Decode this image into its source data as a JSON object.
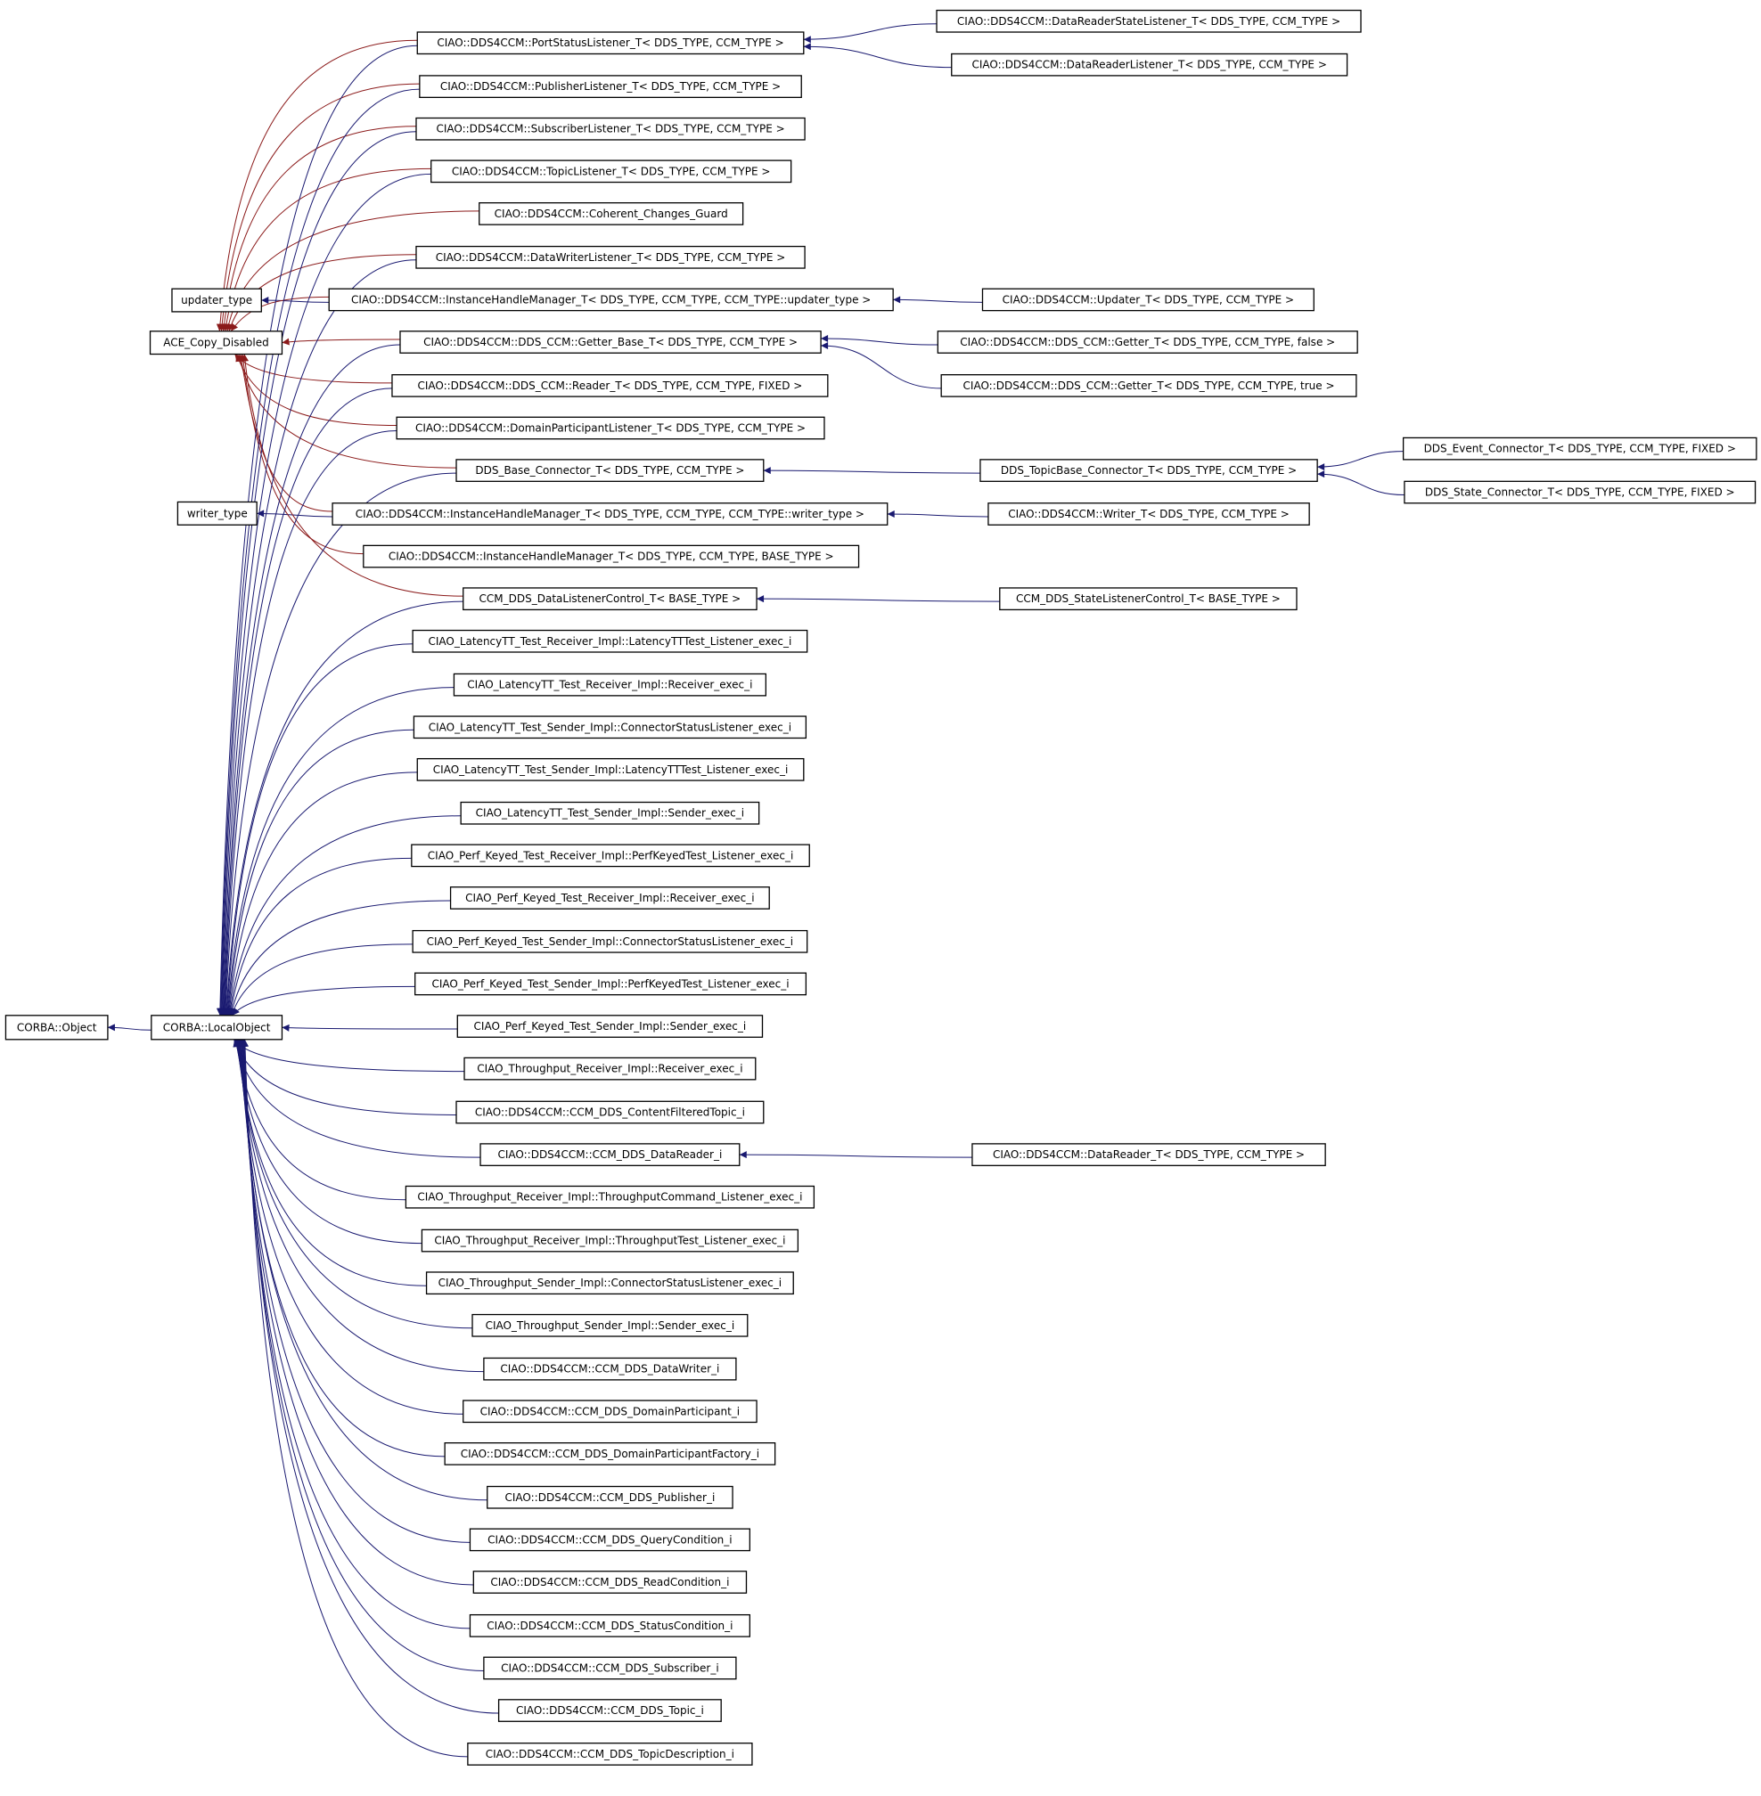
{
  "diagram": {
    "nodes": [
      {
        "id": "corba_object",
        "label": "CORBA::Object"
      },
      {
        "id": "corba_localobject",
        "label": "CORBA::LocalObject"
      },
      {
        "id": "ace_copy_disabled",
        "label": "ACE_Copy_Disabled"
      },
      {
        "id": "updater_type",
        "label": "updater_type"
      },
      {
        "id": "writer_type",
        "label": "writer_type"
      },
      {
        "id": "port_status_listener",
        "label": "CIAO::DDS4CCM::PortStatusListener_T< DDS_TYPE, CCM_TYPE >"
      },
      {
        "id": "publisher_listener",
        "label": "CIAO::DDS4CCM::PublisherListener_T< DDS_TYPE, CCM_TYPE >"
      },
      {
        "id": "subscriber_listener",
        "label": "CIAO::DDS4CCM::SubscriberListener_T< DDS_TYPE, CCM_TYPE >"
      },
      {
        "id": "topic_listener",
        "label": "CIAO::DDS4CCM::TopicListener_T< DDS_TYPE, CCM_TYPE >"
      },
      {
        "id": "coherent_changes_guard",
        "label": "CIAO::DDS4CCM::Coherent_Changes_Guard"
      },
      {
        "id": "datawriter_listener",
        "label": "CIAO::DDS4CCM::DataWriterListener_T< DDS_TYPE, CCM_TYPE >"
      },
      {
        "id": "ihm_updater",
        "label": "CIAO::DDS4CCM::InstanceHandleManager_T< DDS_TYPE, CCM_TYPE, CCM_TYPE::updater_type >"
      },
      {
        "id": "getter_base",
        "label": "CIAO::DDS4CCM::DDS_CCM::Getter_Base_T< DDS_TYPE, CCM_TYPE >"
      },
      {
        "id": "reader_t",
        "label": "CIAO::DDS4CCM::DDS_CCM::Reader_T< DDS_TYPE, CCM_TYPE, FIXED >"
      },
      {
        "id": "domain_participant_listener",
        "label": "CIAO::DDS4CCM::DomainParticipantListener_T< DDS_TYPE, CCM_TYPE >"
      },
      {
        "id": "dds_base_connector",
        "label": "DDS_Base_Connector_T< DDS_TYPE, CCM_TYPE >"
      },
      {
        "id": "ihm_writer",
        "label": "CIAO::DDS4CCM::InstanceHandleManager_T< DDS_TYPE, CCM_TYPE, CCM_TYPE::writer_type >"
      },
      {
        "id": "ihm_base",
        "label": "CIAO::DDS4CCM::InstanceHandleManager_T< DDS_TYPE, CCM_TYPE, BASE_TYPE >"
      },
      {
        "id": "data_listener_control",
        "label": "CCM_DDS_DataListenerControl_T< BASE_TYPE >"
      },
      {
        "id": "lt_recv_listener",
        "label": "CIAO_LatencyTT_Test_Receiver_Impl::LatencyTTTest_Listener_exec_i"
      },
      {
        "id": "lt_recv_exec",
        "label": "CIAO_LatencyTT_Test_Receiver_Impl::Receiver_exec_i"
      },
      {
        "id": "lt_send_csl",
        "label": "CIAO_LatencyTT_Test_Sender_Impl::ConnectorStatusListener_exec_i"
      },
      {
        "id": "lt_send_listener",
        "label": "CIAO_LatencyTT_Test_Sender_Impl::LatencyTTTest_Listener_exec_i"
      },
      {
        "id": "lt_send_exec",
        "label": "CIAO_LatencyTT_Test_Sender_Impl::Sender_exec_i"
      },
      {
        "id": "pk_recv_listener",
        "label": "CIAO_Perf_Keyed_Test_Receiver_Impl::PerfKeyedTest_Listener_exec_i"
      },
      {
        "id": "pk_recv_exec",
        "label": "CIAO_Perf_Keyed_Test_Receiver_Impl::Receiver_exec_i"
      },
      {
        "id": "pk_send_csl",
        "label": "CIAO_Perf_Keyed_Test_Sender_Impl::ConnectorStatusListener_exec_i"
      },
      {
        "id": "pk_send_listener",
        "label": "CIAO_Perf_Keyed_Test_Sender_Impl::PerfKeyedTest_Listener_exec_i"
      },
      {
        "id": "pk_send_exec",
        "label": "CIAO_Perf_Keyed_Test_Sender_Impl::Sender_exec_i"
      },
      {
        "id": "tp_recv_exec",
        "label": "CIAO_Throughput_Receiver_Impl::Receiver_exec_i"
      },
      {
        "id": "content_filtered_topic",
        "label": "CIAO::DDS4CCM::CCM_DDS_ContentFilteredTopic_i"
      },
      {
        "id": "ccm_datareader",
        "label": "CIAO::DDS4CCM::CCM_DDS_DataReader_i"
      },
      {
        "id": "tp_recv_cmd_listener",
        "label": "CIAO_Throughput_Receiver_Impl::ThroughputCommand_Listener_exec_i"
      },
      {
        "id": "tp_recv_test_listener",
        "label": "CIAO_Throughput_Receiver_Impl::ThroughputTest_Listener_exec_i"
      },
      {
        "id": "tp_send_csl",
        "label": "CIAO_Throughput_Sender_Impl::ConnectorStatusListener_exec_i"
      },
      {
        "id": "tp_send_exec",
        "label": "CIAO_Throughput_Sender_Impl::Sender_exec_i"
      },
      {
        "id": "ccm_datawriter",
        "label": "CIAO::DDS4CCM::CCM_DDS_DataWriter_i"
      },
      {
        "id": "ccm_domain_participant",
        "label": "CIAO::DDS4CCM::CCM_DDS_DomainParticipant_i"
      },
      {
        "id": "ccm_dp_factory",
        "label": "CIAO::DDS4CCM::CCM_DDS_DomainParticipantFactory_i"
      },
      {
        "id": "ccm_publisher",
        "label": "CIAO::DDS4CCM::CCM_DDS_Publisher_i"
      },
      {
        "id": "ccm_query_condition",
        "label": "CIAO::DDS4CCM::CCM_DDS_QueryCondition_i"
      },
      {
        "id": "ccm_read_condition",
        "label": "CIAO::DDS4CCM::CCM_DDS_ReadCondition_i"
      },
      {
        "id": "ccm_status_condition",
        "label": "CIAO::DDS4CCM::CCM_DDS_StatusCondition_i"
      },
      {
        "id": "ccm_subscriber",
        "label": "CIAO::DDS4CCM::CCM_DDS_Subscriber_i"
      },
      {
        "id": "ccm_topic",
        "label": "CIAO::DDS4CCM::CCM_DDS_Topic_i"
      },
      {
        "id": "ccm_topic_description",
        "label": "CIAO::DDS4CCM::CCM_DDS_TopicDescription_i"
      },
      {
        "id": "datareader_state_listener",
        "label": "CIAO::DDS4CCM::DataReaderStateListener_T< DDS_TYPE, CCM_TYPE >"
      },
      {
        "id": "datareader_listener",
        "label": "CIAO::DDS4CCM::DataReaderListener_T< DDS_TYPE, CCM_TYPE >"
      },
      {
        "id": "updater_t",
        "label": "CIAO::DDS4CCM::Updater_T< DDS_TYPE, CCM_TYPE >"
      },
      {
        "id": "getter_false",
        "label": "CIAO::DDS4CCM::DDS_CCM::Getter_T< DDS_TYPE, CCM_TYPE, false >"
      },
      {
        "id": "getter_true",
        "label": "CIAO::DDS4CCM::DDS_CCM::Getter_T< DDS_TYPE, CCM_TYPE, true >"
      },
      {
        "id": "topic_base_connector",
        "label": "DDS_TopicBase_Connector_T< DDS_TYPE, CCM_TYPE >"
      },
      {
        "id": "writer_t",
        "label": "CIAO::DDS4CCM::Writer_T< DDS_TYPE, CCM_TYPE >"
      },
      {
        "id": "state_listener_control",
        "label": "CCM_DDS_StateListenerControl_T< BASE_TYPE >"
      },
      {
        "id": "datareader_t",
        "label": "CIAO::DDS4CCM::DataReader_T< DDS_TYPE, CCM_TYPE >"
      },
      {
        "id": "event_connector",
        "label": "DDS_Event_Connector_T< DDS_TYPE, CCM_TYPE, FIXED >"
      },
      {
        "id": "state_connector",
        "label": "DDS_State_Connector_T< DDS_TYPE, CCM_TYPE, FIXED >"
      }
    ],
    "edges": [
      {
        "from": "corba_localobject",
        "to": "corba_object",
        "kind": "public"
      },
      {
        "from": "ihm_updater",
        "to": "updater_type",
        "kind": "public"
      },
      {
        "from": "ihm_writer",
        "to": "writer_type",
        "kind": "public"
      },
      {
        "from": "port_status_listener",
        "to": "ace_copy_disabled",
        "kind": "private"
      },
      {
        "from": "publisher_listener",
        "to": "ace_copy_disabled",
        "kind": "private"
      },
      {
        "from": "subscriber_listener",
        "to": "ace_copy_disabled",
        "kind": "private"
      },
      {
        "from": "topic_listener",
        "to": "ace_copy_disabled",
        "kind": "private"
      },
      {
        "from": "coherent_changes_guard",
        "to": "ace_copy_disabled",
        "kind": "private"
      },
      {
        "from": "datawriter_listener",
        "to": "ace_copy_disabled",
        "kind": "private"
      },
      {
        "from": "ihm_updater",
        "to": "ace_copy_disabled",
        "kind": "private"
      },
      {
        "from": "getter_base",
        "to": "ace_copy_disabled",
        "kind": "private"
      },
      {
        "from": "reader_t",
        "to": "ace_copy_disabled",
        "kind": "private"
      },
      {
        "from": "domain_participant_listener",
        "to": "ace_copy_disabled",
        "kind": "private"
      },
      {
        "from": "dds_base_connector",
        "to": "ace_copy_disabled",
        "kind": "private"
      },
      {
        "from": "ihm_writer",
        "to": "ace_copy_disabled",
        "kind": "private"
      },
      {
        "from": "ihm_base",
        "to": "ace_copy_disabled",
        "kind": "private"
      },
      {
        "from": "data_listener_control",
        "to": "ace_copy_disabled",
        "kind": "private"
      },
      {
        "from": "port_status_listener",
        "to": "corba_localobject",
        "kind": "public"
      },
      {
        "from": "publisher_listener",
        "to": "corba_localobject",
        "kind": "public"
      },
      {
        "from": "subscriber_listener",
        "to": "corba_localobject",
        "kind": "public"
      },
      {
        "from": "topic_listener",
        "to": "corba_localobject",
        "kind": "public"
      },
      {
        "from": "datawriter_listener",
        "to": "corba_localobject",
        "kind": "public"
      },
      {
        "from": "getter_base",
        "to": "corba_localobject",
        "kind": "public"
      },
      {
        "from": "reader_t",
        "to": "corba_localobject",
        "kind": "public"
      },
      {
        "from": "domain_participant_listener",
        "to": "corba_localobject",
        "kind": "public"
      },
      {
        "from": "dds_base_connector",
        "to": "corba_localobject",
        "kind": "public"
      },
      {
        "from": "data_listener_control",
        "to": "corba_localobject",
        "kind": "public"
      },
      {
        "from": "lt_recv_listener",
        "to": "corba_localobject",
        "kind": "public"
      },
      {
        "from": "lt_recv_exec",
        "to": "corba_localobject",
        "kind": "public"
      },
      {
        "from": "lt_send_csl",
        "to": "corba_localobject",
        "kind": "public"
      },
      {
        "from": "lt_send_listener",
        "to": "corba_localobject",
        "kind": "public"
      },
      {
        "from": "lt_send_exec",
        "to": "corba_localobject",
        "kind": "public"
      },
      {
        "from": "pk_recv_listener",
        "to": "corba_localobject",
        "kind": "public"
      },
      {
        "from": "pk_recv_exec",
        "to": "corba_localobject",
        "kind": "public"
      },
      {
        "from": "pk_send_csl",
        "to": "corba_localobject",
        "kind": "public"
      },
      {
        "from": "pk_send_listener",
        "to": "corba_localobject",
        "kind": "public"
      },
      {
        "from": "pk_send_exec",
        "to": "corba_localobject",
        "kind": "public"
      },
      {
        "from": "tp_recv_exec",
        "to": "corba_localobject",
        "kind": "public"
      },
      {
        "from": "content_filtered_topic",
        "to": "corba_localobject",
        "kind": "public"
      },
      {
        "from": "ccm_datareader",
        "to": "corba_localobject",
        "kind": "public"
      },
      {
        "from": "tp_recv_cmd_listener",
        "to": "corba_localobject",
        "kind": "public"
      },
      {
        "from": "tp_recv_test_listener",
        "to": "corba_localobject",
        "kind": "public"
      },
      {
        "from": "tp_send_csl",
        "to": "corba_localobject",
        "kind": "public"
      },
      {
        "from": "tp_send_exec",
        "to": "corba_localobject",
        "kind": "public"
      },
      {
        "from": "ccm_datawriter",
        "to": "corba_localobject",
        "kind": "public"
      },
      {
        "from": "ccm_domain_participant",
        "to": "corba_localobject",
        "kind": "public"
      },
      {
        "from": "ccm_dp_factory",
        "to": "corba_localobject",
        "kind": "public"
      },
      {
        "from": "ccm_publisher",
        "to": "corba_localobject",
        "kind": "public"
      },
      {
        "from": "ccm_query_condition",
        "to": "corba_localobject",
        "kind": "public"
      },
      {
        "from": "ccm_read_condition",
        "to": "corba_localobject",
        "kind": "public"
      },
      {
        "from": "ccm_status_condition",
        "to": "corba_localobject",
        "kind": "public"
      },
      {
        "from": "ccm_subscriber",
        "to": "corba_localobject",
        "kind": "public"
      },
      {
        "from": "ccm_topic",
        "to": "corba_localobject",
        "kind": "public"
      },
      {
        "from": "ccm_topic_description",
        "to": "corba_localobject",
        "kind": "public"
      },
      {
        "from": "datareader_state_listener",
        "to": "port_status_listener",
        "kind": "public"
      },
      {
        "from": "datareader_listener",
        "to": "port_status_listener",
        "kind": "public"
      },
      {
        "from": "updater_t",
        "to": "ihm_updater",
        "kind": "public"
      },
      {
        "from": "getter_false",
        "to": "getter_base",
        "kind": "public"
      },
      {
        "from": "getter_true",
        "to": "getter_base",
        "kind": "public"
      },
      {
        "from": "topic_base_connector",
        "to": "dds_base_connector",
        "kind": "public"
      },
      {
        "from": "writer_t",
        "to": "ihm_writer",
        "kind": "public"
      },
      {
        "from": "state_listener_control",
        "to": "data_listener_control",
        "kind": "public"
      },
      {
        "from": "datareader_t",
        "to": "ccm_datareader",
        "kind": "public"
      },
      {
        "from": "event_connector",
        "to": "topic_base_connector",
        "kind": "public"
      },
      {
        "from": "state_connector",
        "to": "topic_base_connector",
        "kind": "public"
      }
    ]
  }
}
